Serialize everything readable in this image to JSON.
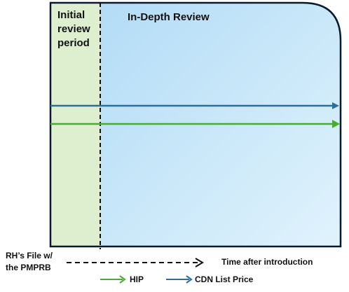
{
  "zones": {
    "initial_label": "Initial review period",
    "review_label": "In-Depth Review"
  },
  "axis": {
    "start_label": "RH’s File w/ the PMPRB",
    "end_label": "Time after introduction"
  },
  "legend": [
    {
      "name": "HIP",
      "color": "#4aab33"
    },
    {
      "name": "CDN List Price",
      "color": "#2a6f9e"
    }
  ],
  "colors": {
    "initial_zone": "#ddefcf",
    "review_zone_light": "#d6eefb",
    "review_zone_dark": "#b6ddf7",
    "frame": "#0a1a2a",
    "hip_line": "#4aab33",
    "cdn_line": "#2a6f9e"
  }
}
